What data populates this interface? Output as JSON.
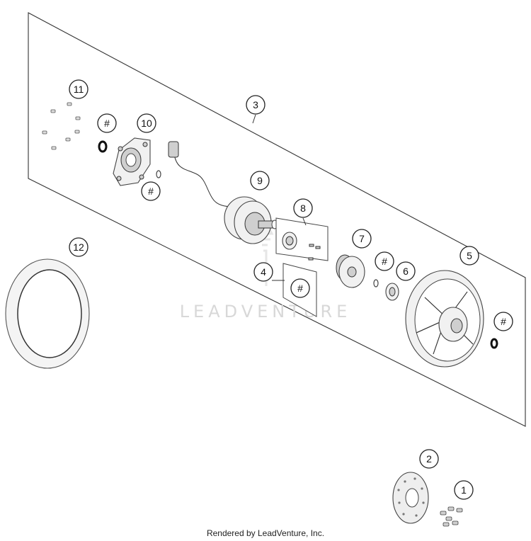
{
  "callouts": {
    "c1": "1",
    "c2": "2",
    "c3": "3",
    "c4": "4",
    "c5": "5",
    "c6": "6",
    "c7": "7",
    "c8": "8",
    "c9": "9",
    "c10": "10",
    "c11": "11",
    "c12": "12",
    "hash": "#"
  },
  "watermark": "LEADVENTURE",
  "footer": "Rendered by LeadVenture, Inc."
}
